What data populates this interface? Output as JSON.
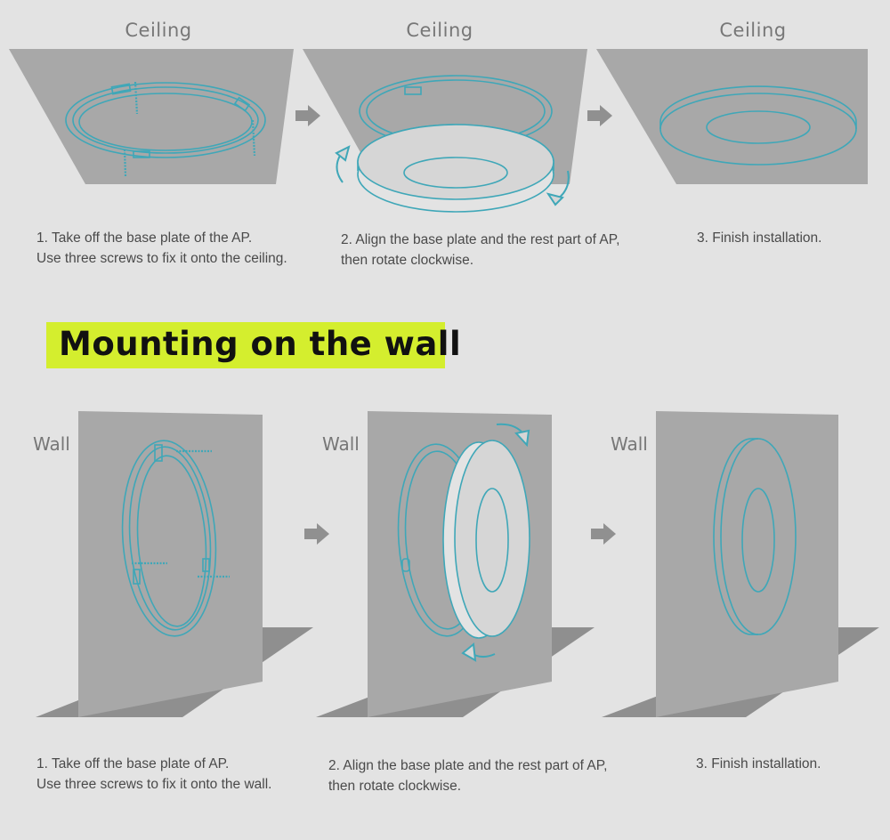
{
  "ceiling": {
    "panel_label": "Ceiling",
    "steps": [
      {
        "line1": "1. Take off the base plate of the AP.",
        "line2": "Use three screws to fix it onto the ceiling."
      },
      {
        "line1": "2. Align the base plate and the rest part of AP,",
        "line2": "then rotate clockwise."
      },
      {
        "line1": "3. Finish installation.",
        "line2": ""
      }
    ]
  },
  "wall_section": {
    "title": "Mounting on the wall",
    "panel_label": "Wall",
    "steps": [
      {
        "line1": "1. Take off the base plate of AP.",
        "line2": "Use three screws to fix it onto the wall."
      },
      {
        "line1": "2. Align the base plate and the rest part of AP,",
        "line2": "then rotate clockwise."
      },
      {
        "line1": "3. Finish installation.",
        "line2": ""
      }
    ]
  },
  "colors": {
    "background": "#e3e3e3",
    "surface": "#a8a8a8",
    "floor_shadow": "#8f8f8f",
    "device_outline": "#3fa7b8",
    "arrow": "#909090",
    "banner": "#d4ee2e"
  }
}
